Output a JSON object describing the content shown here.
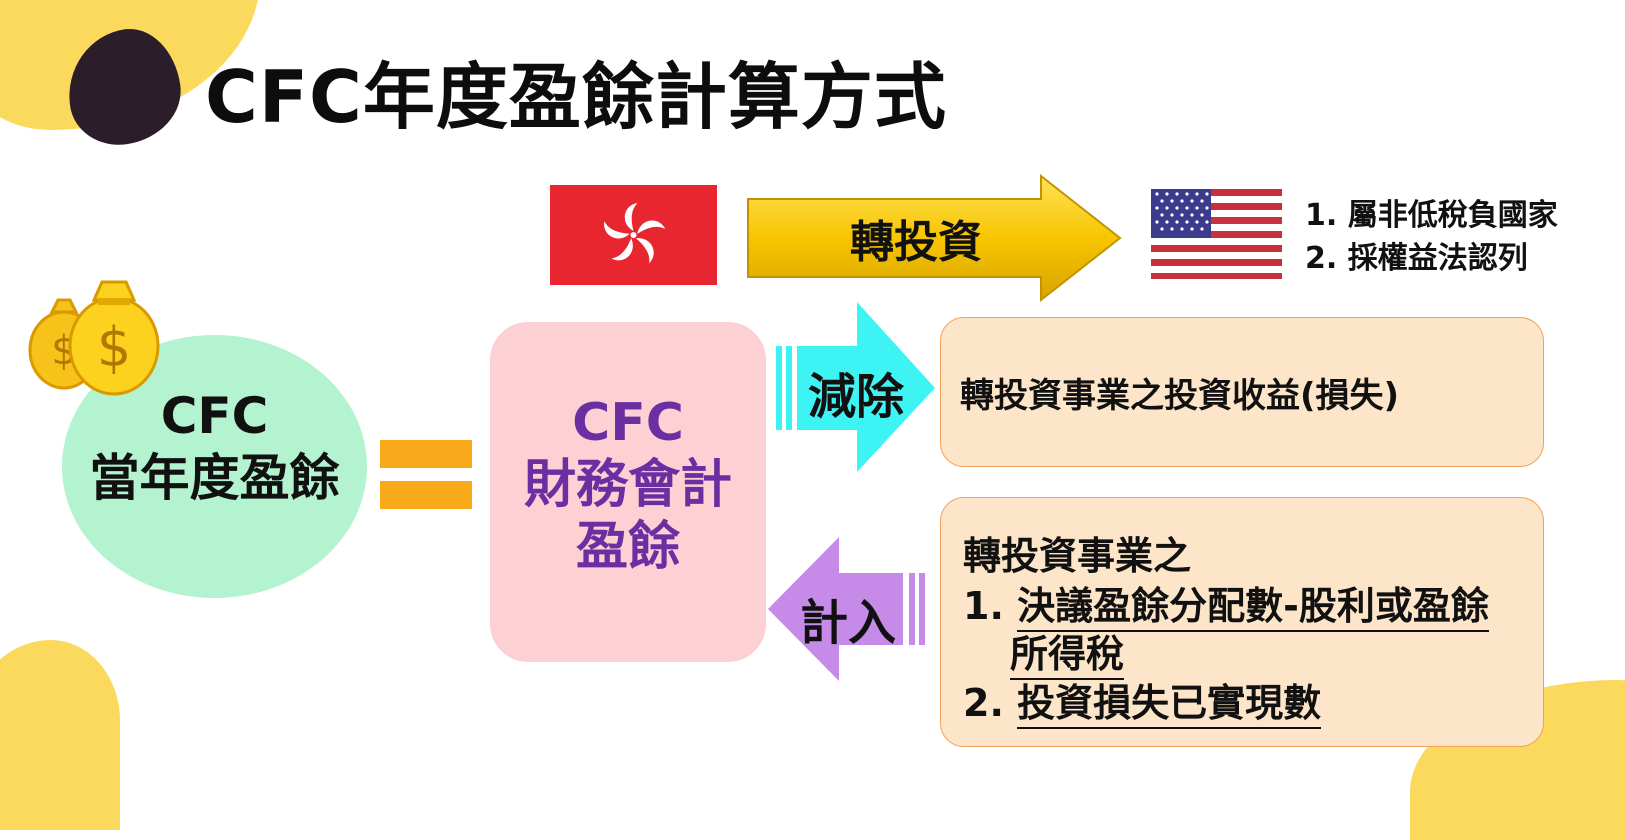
{
  "title": "CFC年度盈餘計算方式",
  "top_arrow_label": "轉投資",
  "us_notes": [
    "1. 屬非低稅負國家",
    "2. 採權益法認列"
  ],
  "circle": {
    "line1": "CFC",
    "line2": "當年度盈餘"
  },
  "pink_box": {
    "line1": "CFC",
    "line2": "財務會計",
    "line3": "盈餘"
  },
  "subtract_label": "減除",
  "subtract_box": "轉投資事業之投資收益(損失)",
  "add_label": "計入",
  "add_box": {
    "heading": "轉投資事業之",
    "item1_num": "1.",
    "item1_line1": "決議盈餘分配數-股利或盈餘",
    "item1_line2": "所得稅",
    "item2_num": "2.",
    "item2": "投資損失已實現數"
  },
  "colors": {
    "accent_yellow": "#fbd95c",
    "circle_green": "#b3f3cf",
    "pink_box": "#fdd1d3",
    "purple_text": "#6b2fa2",
    "box_peach": "#fde5c9",
    "cyan_arrow": "#3ef3f3",
    "purple_arrow": "#c68ae8",
    "gold_arrow": "#f7c500",
    "equals_orange": "#f8aa1b"
  },
  "icons": [
    "hong-kong-flag-icon",
    "us-flag-icon",
    "money-bag-icon"
  ]
}
